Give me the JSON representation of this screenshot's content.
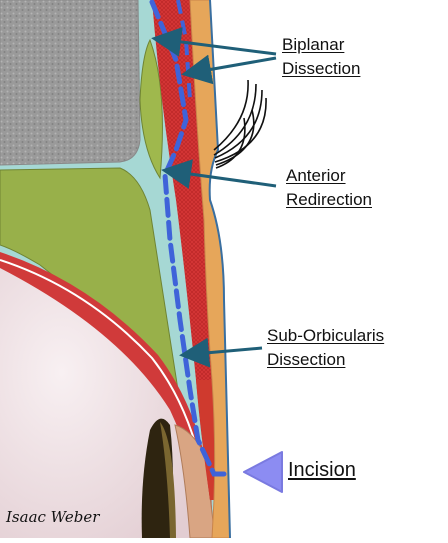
{
  "labels": {
    "biplanar": [
      "Biplanar",
      "Dissection"
    ],
    "anterior": [
      "Anterior",
      "Redirection"
    ],
    "sub_orbicularis": [
      "Sub-Orbicularis",
      "Dissection"
    ],
    "incision": "Incision"
  },
  "author": "Isaac Weber",
  "colors": {
    "arrow": "#1f5f78",
    "dissection_line": "#3f63d9",
    "incision_marker": "#8c8cf2",
    "fat_pad": "#98b04a",
    "orbital_septum": "#9fd3cf",
    "orbicularis_muscle": "#d63a3a",
    "skin": "#e7a85e",
    "bone": "#9c9c9c",
    "globe": "#f1e3e5"
  }
}
